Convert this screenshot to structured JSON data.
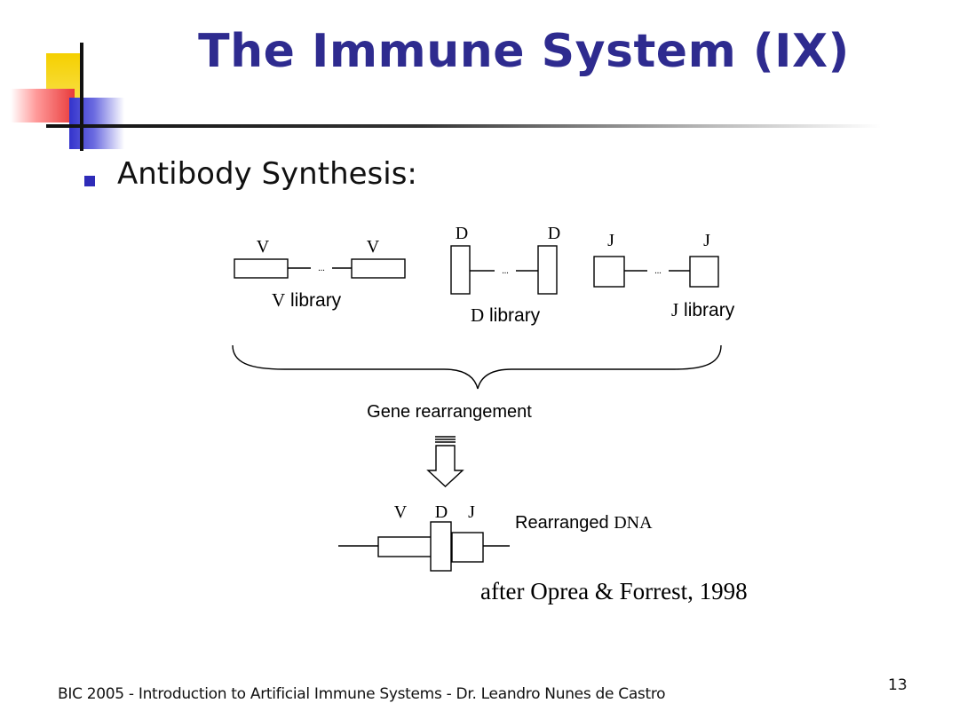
{
  "slide": {
    "title": "The Immune System (IX)",
    "bullet": "Antibody Synthesis:",
    "footer": "BIC 2005 - Introduction to Artificial Immune Systems - Dr. Leandro Nunes de Castro",
    "page_number": "13"
  },
  "diagram": {
    "v_library": {
      "segment_labels": [
        "V",
        "V"
      ],
      "letter": "V",
      "caption": " library"
    },
    "d_library": {
      "segment_labels": [
        "D",
        "D"
      ],
      "letter": "D",
      "caption": " library"
    },
    "j_library": {
      "segment_labels": [
        "J",
        "J"
      ],
      "letter": "J",
      "caption": " library"
    },
    "ellipsis": "...",
    "process_label": "Gene rearrangement",
    "result_segment_labels": [
      "V",
      "D",
      "J"
    ],
    "result_caption_prefix": "Rearranged ",
    "result_caption_suffix": "DNA",
    "citation": "after Oprea & Forrest, 1998"
  }
}
